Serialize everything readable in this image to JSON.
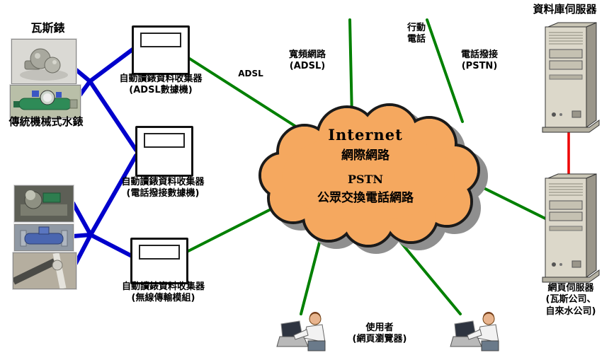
{
  "cloud": {
    "title": "Internet",
    "subtitle": "網際網路",
    "line3": "PSTN",
    "line4": "公眾交換電話網路"
  },
  "meters": {
    "gas_label": "瓦斯錶",
    "water_label": "傳統機械式水錶"
  },
  "collectors": {
    "c1_line1": "自動讀錶資料收集器",
    "c1_line2": "(ADSL數據機)",
    "c2_line1": "自動讀錶資料收集器",
    "c2_line2": "(電話撥接數據機)",
    "c3_line1": "自動讀錶資料收集器",
    "c3_line2": "(無線傳輸模組)"
  },
  "links": {
    "adsl_label": "ADSL",
    "broadband_line1": "寬頻網路",
    "broadband_line2": "(ADSL)",
    "mobile_line1": "行動",
    "mobile_line2": "電話",
    "dialup_line1": "電話撥接",
    "dialup_line2": "(PSTN)"
  },
  "servers": {
    "db_label": "資料庫伺服器",
    "web_line1": "網頁伺服器",
    "web_line2": "(瓦斯公司、",
    "web_line3": "自來水公司)"
  },
  "users": {
    "line1": "使用者",
    "line2": "(網頁瀏覽器)"
  },
  "colors": {
    "cloud_fill": "#F5A85F",
    "meter_link": "#0000CC",
    "network_link": "#008000",
    "server_link": "#EE0000"
  }
}
